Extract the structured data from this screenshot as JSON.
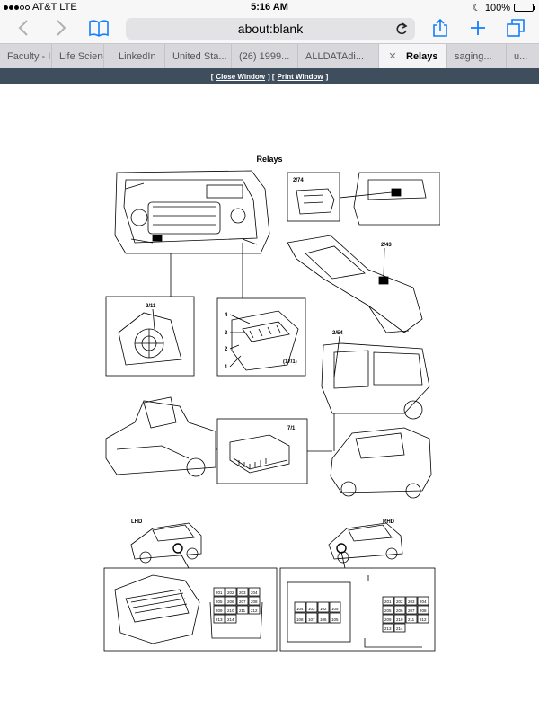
{
  "status": {
    "carrier": "AT&T",
    "network": "LTE",
    "time": "5:16 AM",
    "battery": "100%",
    "battery_fraction": 1.0
  },
  "toolbar": {
    "back_icon": "chevron-left-icon",
    "forward_icon": "chevron-right-icon",
    "bookmarks_icon": "book-icon",
    "address": "about:blank",
    "reload_icon": "reload-icon",
    "share_icon": "share-icon",
    "new_tab_icon": "plus-icon",
    "tabs_icon": "tabs-icon"
  },
  "tabs": [
    {
      "label": "Faculty - I",
      "active": false
    },
    {
      "label": "Life Scienc",
      "active": false
    },
    {
      "label": "LinkedIn",
      "active": false
    },
    {
      "label": "United Sta...",
      "active": false
    },
    {
      "label": "(26) 1999...",
      "active": false
    },
    {
      "label": "ALLDATAdi...",
      "active": false
    },
    {
      "label": "Relays",
      "active": true
    },
    {
      "label": "saging...",
      "active": false
    },
    {
      "label": "u...",
      "active": false
    }
  ],
  "page_bar": {
    "open": "[",
    "close_window": "Close Window",
    "separator": "] [",
    "print_window": "Print Window",
    "end": "]"
  },
  "diagram": {
    "title": "Relays",
    "labels": {
      "r274": "2/74",
      "r243": "2/43",
      "r211": "2/11",
      "r254": "2/54",
      "r71": "7/1",
      "r171": "(17/1)",
      "n1": "1",
      "n2": "2",
      "n3": "3",
      "n4": "4",
      "lhd": "LHD",
      "rhd": "RHD"
    },
    "lhd_grid": [
      "201",
      "202",
      "203",
      "204",
      "205",
      "206",
      "207",
      "208",
      "209",
      "210",
      "211",
      "212",
      "213",
      "214"
    ],
    "rhd_grid": [
      "201",
      "202",
      "203",
      "204",
      "205",
      "206",
      "207",
      "208",
      "209",
      "210",
      "211",
      "212",
      "213",
      "214"
    ],
    "rhd_small": [
      "104",
      "103",
      "102",
      "105",
      "108",
      "107",
      "106",
      "105"
    ]
  }
}
